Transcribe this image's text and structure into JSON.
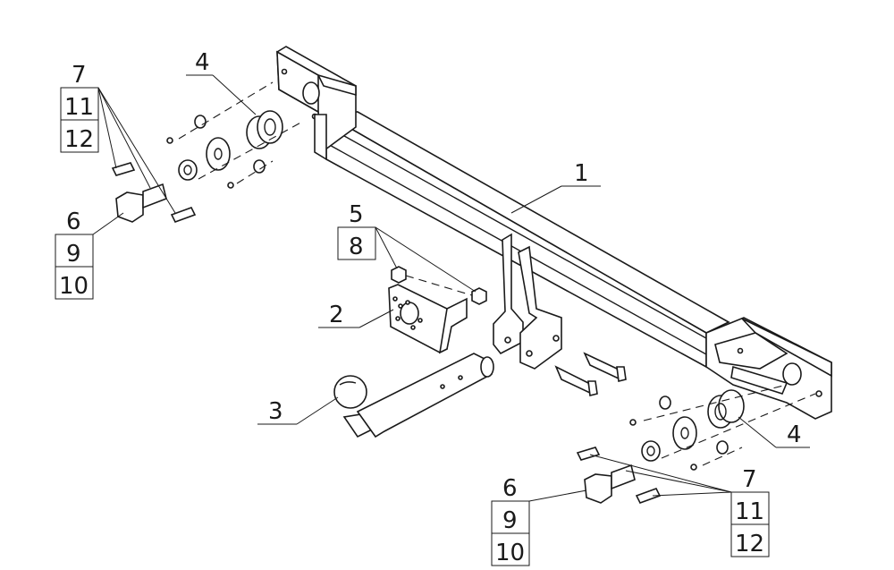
{
  "labels": {
    "l1": "1",
    "l2": "2",
    "l3": "3",
    "l4a": "4",
    "l4b": "4",
    "l5": "5",
    "l8": "8",
    "l6a": "6",
    "l9a": "9",
    "l10a": "10",
    "l7a": "7",
    "l11a": "11",
    "l12a": "12",
    "l6b": "6",
    "l9b": "9",
    "l10b": "10",
    "l7b": "7",
    "l11b": "11",
    "l12b": "12"
  }
}
